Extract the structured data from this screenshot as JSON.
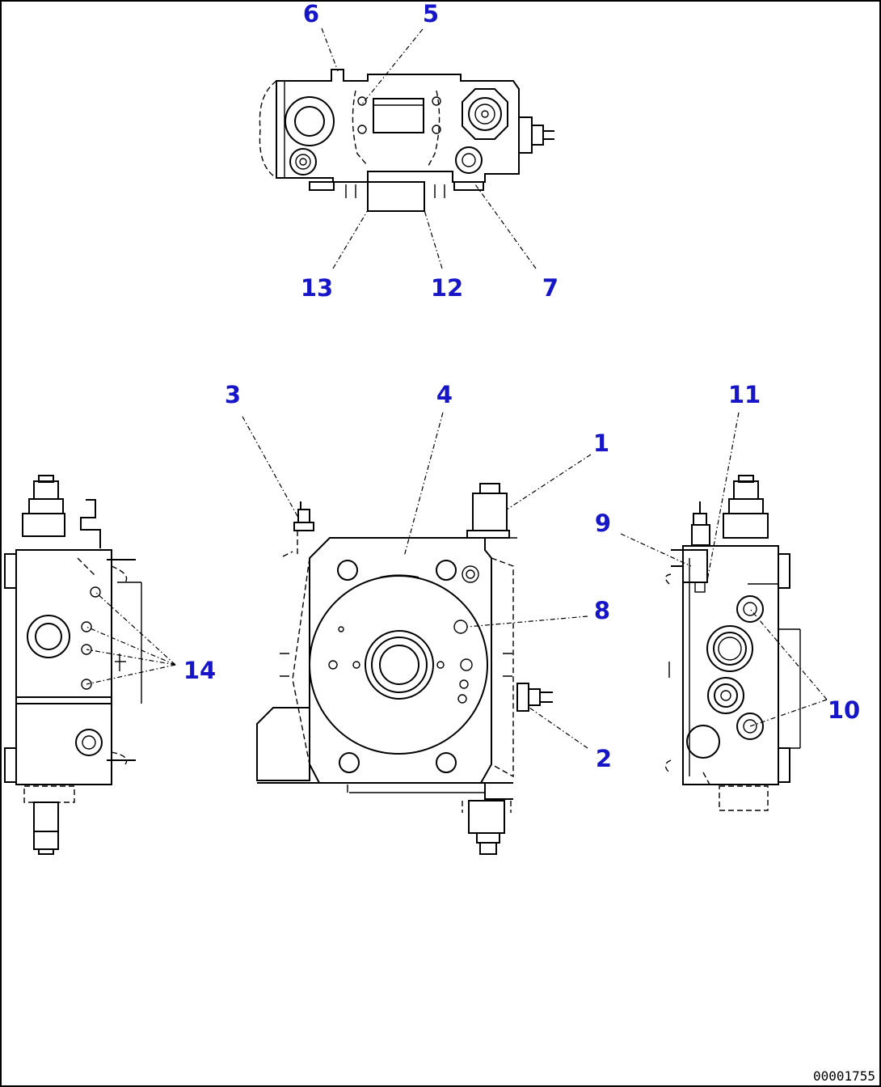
{
  "drawing_id": "00001755",
  "callouts": [
    {
      "id": "c1",
      "text": "1"
    },
    {
      "id": "c2",
      "text": "2"
    },
    {
      "id": "c3",
      "text": "3"
    },
    {
      "id": "c4",
      "text": "4"
    },
    {
      "id": "c5",
      "text": "5"
    },
    {
      "id": "c6",
      "text": "6"
    },
    {
      "id": "c7",
      "text": "7"
    },
    {
      "id": "c8",
      "text": "8"
    },
    {
      "id": "c9",
      "text": "9"
    },
    {
      "id": "c10",
      "text": "10"
    },
    {
      "id": "c11",
      "text": "11"
    },
    {
      "id": "c12",
      "text": "12"
    },
    {
      "id": "c13",
      "text": "13"
    },
    {
      "id": "c14",
      "text": "14"
    }
  ]
}
